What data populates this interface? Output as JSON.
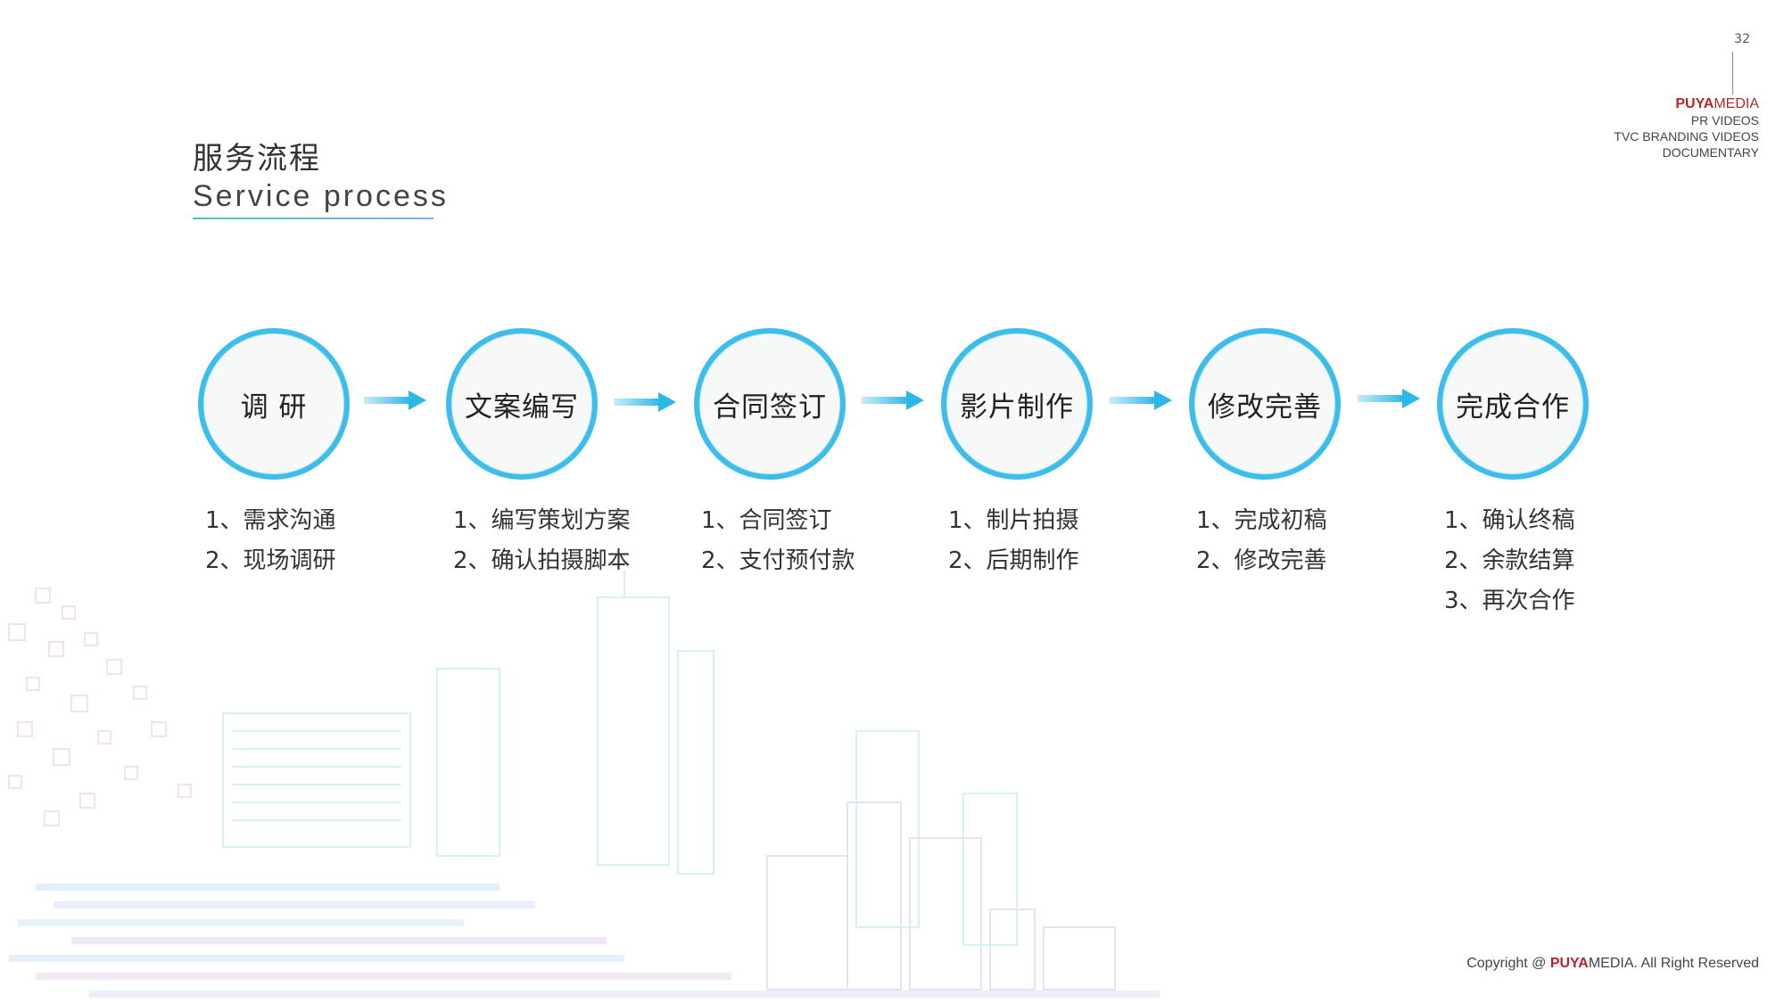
{
  "page": {
    "number": "32"
  },
  "brand": {
    "name_bold": "PUYA",
    "name_light": "MEDIA",
    "lines": [
      "PR VIDEOS",
      "TVC BRANDING VIDEOS",
      "DOCUMENTARY"
    ]
  },
  "heading": {
    "cn": "服务流程",
    "en": "Service process"
  },
  "steps": [
    {
      "title": "调  研",
      "items": [
        "1、需求沟通",
        "2、现场调研"
      ]
    },
    {
      "title": "文案编写",
      "items": [
        "1、编写策划方案",
        "2、确认拍摄脚本"
      ]
    },
    {
      "title": "合同签订",
      "items": [
        "1、合同签订",
        "2、支付预付款"
      ]
    },
    {
      "title": "影片制作",
      "items": [
        "1、制片拍摄",
        "2、后期制作"
      ]
    },
    {
      "title": "修改完善",
      "items": [
        "1、完成初稿",
        "2、修改完善"
      ]
    },
    {
      "title": "完成合作",
      "items": [
        "1、确认终稿",
        "2、余款结算",
        "3、再次合作"
      ]
    }
  ],
  "footer": {
    "prefix": "Copyright @ ",
    "brand_bold": "PUYA",
    "suffix": "MEDIA. All Right Reserved"
  },
  "colors": {
    "accent": "#3dbde9",
    "brand": "#b5262b"
  }
}
